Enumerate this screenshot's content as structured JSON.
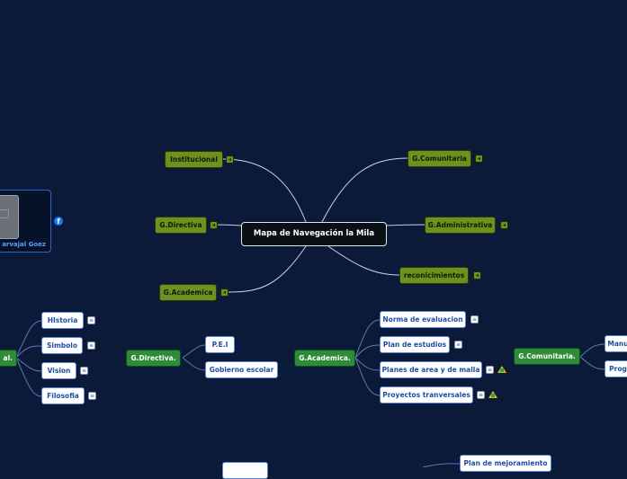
{
  "root": "Mapa de Navegación la Mila",
  "main_branches": {
    "institucional": "Institucional",
    "directiva": "G.Directiva",
    "academica": "G.Academica",
    "comunitaria": "G.Comunitaria",
    "administrativa": "G.Administrativa",
    "reconocimientos": "reconicimientos"
  },
  "profile": {
    "name": "arvajal Goez",
    "social_icon": "facebook-icon"
  },
  "section_left": {
    "title": "al.",
    "items": [
      "HIstoria",
      "Simbolo",
      "Vision",
      "Filosofia"
    ]
  },
  "section_directiva": {
    "title": "G.Directiva.",
    "items": [
      "P.E.I",
      "Gobierno escolar"
    ]
  },
  "section_academica": {
    "title": "G.Academica.",
    "items": [
      "Norma de evaluacion",
      "Plan de estudios",
      "Planes de area y de malla",
      "Proyectos tranversales"
    ]
  },
  "section_comunitaria": {
    "title": "G.Comunitaria.",
    "items": [
      "Manu",
      "Prog"
    ]
  },
  "bottom_item": "Plan de mejoramiento",
  "icons": {
    "collapse": "collapse-toggle-icon",
    "note": "note-icon",
    "drive": "google-drive-icon"
  },
  "colors": {
    "background": "#0b1a38",
    "branch_olive": "#6f8f1e",
    "branch_green": "#2e8b3a",
    "link": "#c9d6ea"
  }
}
